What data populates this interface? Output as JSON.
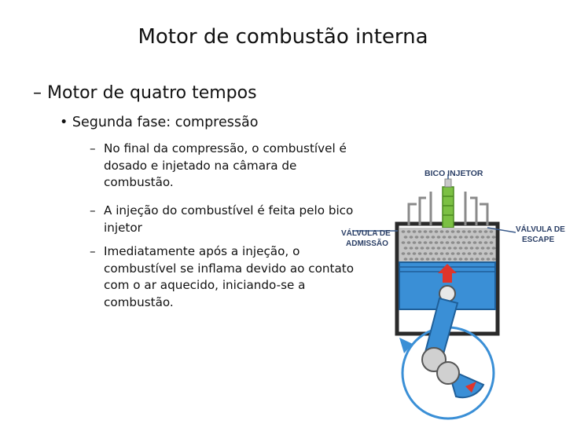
{
  "slide": {
    "title": "Motor de combustão interna",
    "level1": "Motor de quatro tempos",
    "level2": "Segunda fase: compressão",
    "bullets": [
      "No final da compressão, o combustível é dosado e injetado na câmara de combustão.",
      "A injeção do combustível é feita pelo bico injetor",
      "Imediatamente após a injeção, o combustível se inflama devido ao contato com o ar aquecido, iniciando-se a combustão."
    ]
  },
  "diagram": {
    "labels": {
      "injector": "BICO INJETOR",
      "intake_line1": "VÁLVULA DE",
      "intake_line2": "ADMISSÃO",
      "exhaust_line1": "VÁLVULA DE",
      "exhaust_line2": "ESCAPE"
    },
    "colors": {
      "piston_blue": "#3a8fd6",
      "chamber_grey": "#b8b8b8",
      "injector_green": "#7bc043",
      "arrow_red": "#e0352b"
    }
  }
}
